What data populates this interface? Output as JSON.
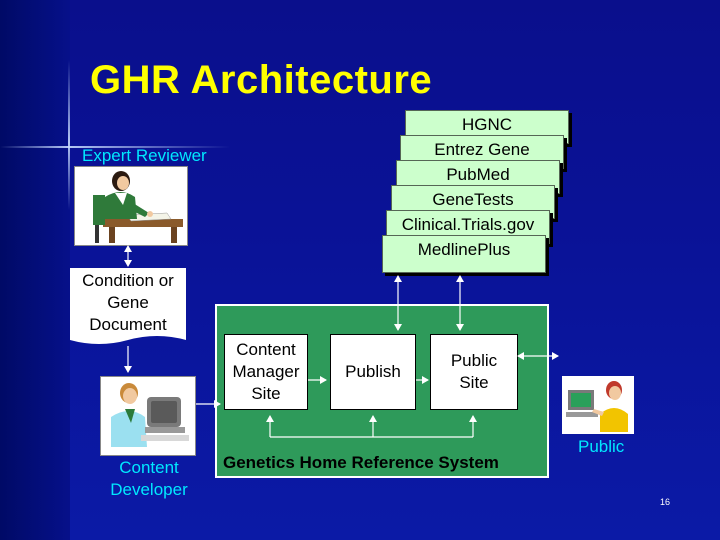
{
  "slide": {
    "title": "GHR Architecture",
    "page_number": "16"
  },
  "actors": {
    "expert_reviewer": "Expert Reviewer",
    "content_developer_line1": "Content",
    "content_developer_line2": "Developer",
    "public": "Public"
  },
  "document": {
    "line1": "Condition or",
    "line2": "Gene",
    "line3": "Document"
  },
  "sources": [
    "HGNC",
    "Entrez Gene",
    "PubMed",
    "GeneTests",
    "Clinical.Trials.gov",
    "MedlinePlus"
  ],
  "system": {
    "label": "Genetics Home Reference System",
    "content_manager_line1": "Content",
    "content_manager_line2": "Manager",
    "content_manager_line3": "Site",
    "publish": "Publish",
    "public_site_line1": "Public",
    "public_site_line2": "Site"
  },
  "colors": {
    "title": "#ffff00",
    "label": "#00e8ff",
    "source_box": "#ccffcc",
    "system_bg": "#2e9a5a",
    "background": "#0a1296"
  }
}
